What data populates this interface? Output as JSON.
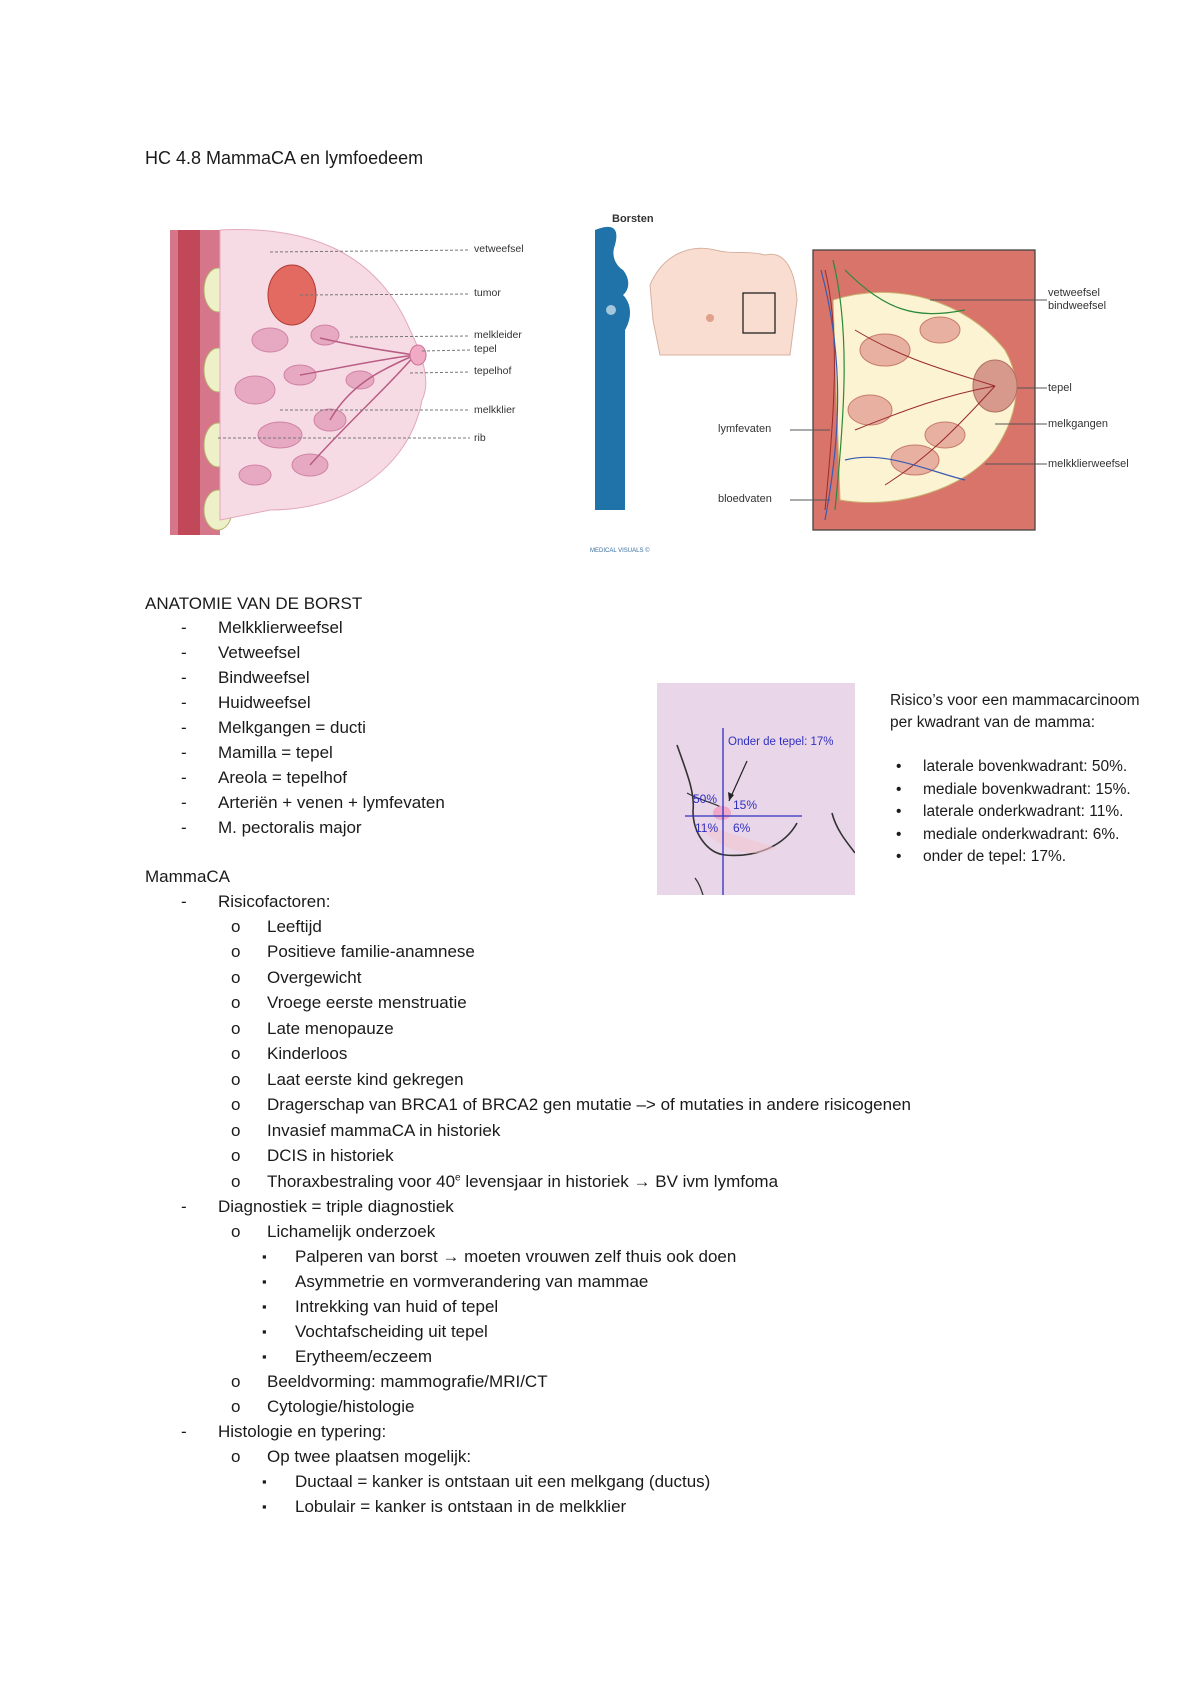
{
  "title": "HC 4.8 MammaCA en lymfoedeem",
  "fig1": {
    "labels": [
      "vetweefsel",
      "tumor",
      "melkleider",
      "tepel",
      "tepelhof",
      "melkklier",
      "rib"
    ]
  },
  "fig2": {
    "heading": "Borsten",
    "credit": "MEDICAL VISUALS ©",
    "labels_right": [
      "vetweefsel",
      "bindweefsel",
      "tepel",
      "melkgangen",
      "melkklierweefsel"
    ],
    "labels_left": [
      "lymfevaten",
      "bloedvaten"
    ]
  },
  "anatomy": {
    "heading": "ANATOMIE VAN DE BORST",
    "items": [
      "Melkklierweefsel",
      "Vetweefsel",
      "Bindweefsel",
      "Huidweefsel",
      "Melkgangen = ducti",
      "Mamilla = tepel",
      "Areola = tepelhof",
      "Arteriën + venen + lymfevaten",
      "M. pectoralis major"
    ]
  },
  "quadrant": {
    "note": "Onder de tepel: 17%",
    "values": [
      "50%",
      "15%",
      "11%",
      "6%"
    ],
    "chart_values": {
      "lateraal_boven": 50,
      "mediaal_boven": 15,
      "lateraal_onder": 11,
      "mediaal_onder": 6,
      "onder_tepel": 17
    }
  },
  "risk": {
    "heading_line1": "Risico’s voor een mammacarcinoom",
    "heading_line2": "per kwadrant van de mamma:",
    "items": [
      "laterale bovenkwadrant: 50%.",
      "mediale bovenkwadrant: 15%.",
      "laterale onderkwadrant: 11%.",
      "mediale onderkwadrant: 6%.",
      "onder de tepel: 17%."
    ]
  },
  "mammaca": {
    "heading": "MammaCA",
    "risicofactoren_label": "Risicofactoren:",
    "risicofactoren": [
      "Leeftijd",
      "Positieve familie-anamnese",
      "Overgewicht",
      "Vroege eerste menstruatie",
      "Late menopauze",
      "Kinderloos",
      "Laat eerste kind gekregen",
      "Dragerschap van BRCA1 of BRCA2 gen mutatie –> of mutaties in andere risicogenen",
      "Invasief mammaCA in historiek",
      "DCIS in historiek"
    ],
    "thorax_pre": "Thoraxbestraling voor 40",
    "thorax_sup": "e",
    "thorax_post": " levensjaar in historiek → BV ivm lymfoma",
    "diagnostiek_label": "Diagnostiek = triple diagnostiek",
    "lich_label": "Lichamelijk onderzoek",
    "lich_items": [
      "Palperen van borst → moeten vrouwen zelf thuis ook doen",
      "Asymmetrie en vormverandering van mammae",
      "Intrekking van huid of tepel",
      "Vochtafscheiding uit tepel",
      "Erytheem/eczeem"
    ],
    "beeld": "Beeldvorming: mammografie/MRI/CT",
    "cyto": "Cytologie/histologie",
    "histo_label": "Histologie en typering:",
    "twee_label": "Op twee plaatsen mogelijk:",
    "histo_items": [
      "Ductaal = kanker is ontstaan uit een melkgang (ductus)",
      "Lobulair = kanker is ontstaan in de melkklier"
    ]
  },
  "markers": {
    "dash": "-",
    "circle": "o",
    "square": "▪",
    "dot": "•"
  },
  "colors": {
    "tissue_pink": "#f3c6d6",
    "tumor": "#e26a60",
    "muscle": "#c9485a",
    "silhouette": "#1f73a8",
    "breast_red": "#d9746a",
    "pale_yellow": "#fbf3d2",
    "quadrant_bg": "#e9d6e9",
    "axis_blue": "#3030c0"
  }
}
